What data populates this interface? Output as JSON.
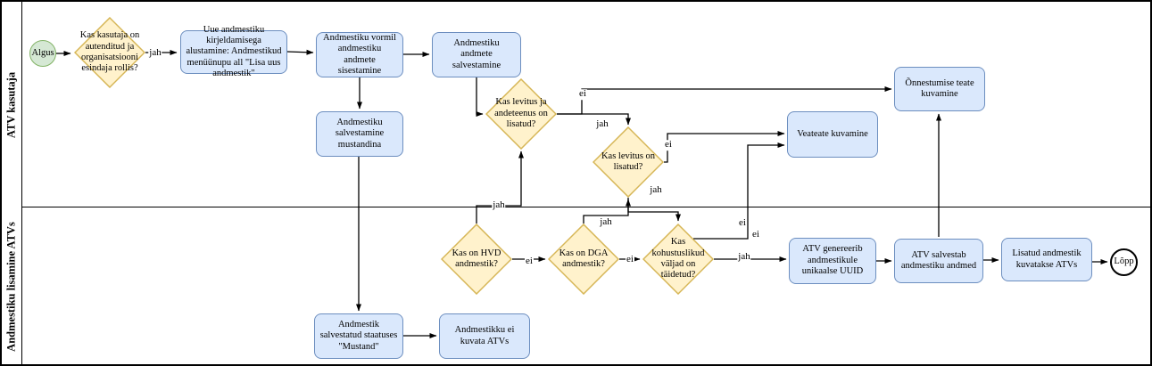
{
  "pool": {
    "lanes": [
      {
        "label": "ATV kasutaja"
      },
      {
        "label": "Andmestiku lisamine ATVs"
      }
    ]
  },
  "colors": {
    "task_fill": "#dae8fc",
    "task_stroke": "#6c8ebf",
    "decision_fill": "#fff2cc",
    "decision_stroke": "#d6b656",
    "start_fill": "#d5e8d4",
    "start_stroke": "#82b366",
    "end_fill": "#ffffff",
    "end_stroke": "#000000"
  },
  "nodes": {
    "start": "Algus",
    "auth_check": "Kas kasutaja on autenditud ja organisatsiooni esindaja rollis?",
    "start_describe": "Uue andmestiku kirjeldamisega alustamine: Andmestikud menüünupu all \"Lisa uus andmestik\"",
    "enter_data": "Andmestiku vormil andmestiku andmete sisestamine",
    "save_data": "Andmestiku andmete salvestamine",
    "save_draft": "Andmestiku salvestamine mustandina",
    "dist_service_check": "Kas levitus ja andeteenus on lisatud?",
    "dist_check": "Kas levitus on lisatud?",
    "error_msg": "Veateate kuvamine",
    "success_msg": "Õnnestumise teate kuvamine",
    "hvd_check": "Kas on HVD andmestik?",
    "dga_check": "Kas on DGA andmestik?",
    "required_fields_check": "Kas kohustuslikud väljad on täidetud?",
    "generate_uuid": "ATV genereerib andmestikule unikaalse UUID",
    "save_dataset": "ATV salvestab andmestiku andmed",
    "show_dataset": "Lisatud andmestik kuvatakse ATVs",
    "end": "Lõpp",
    "draft_status": "Andmestik salvestatud staatuses \"Mustand\"",
    "not_shown": "Andmestikku ei kuvata ATVs"
  },
  "edge_labels": {
    "auth_yes": "jah",
    "dist_service_no": "ei",
    "dist_service_yes": "jah",
    "dist_no": "ei",
    "dist_yes": "jah",
    "hvd_yes": "jah",
    "hvd_no": "ei",
    "dga_yes": "jah",
    "dga_no": "ei",
    "required_no_1": "ei",
    "required_no_2": "ei",
    "required_yes": "jah"
  }
}
